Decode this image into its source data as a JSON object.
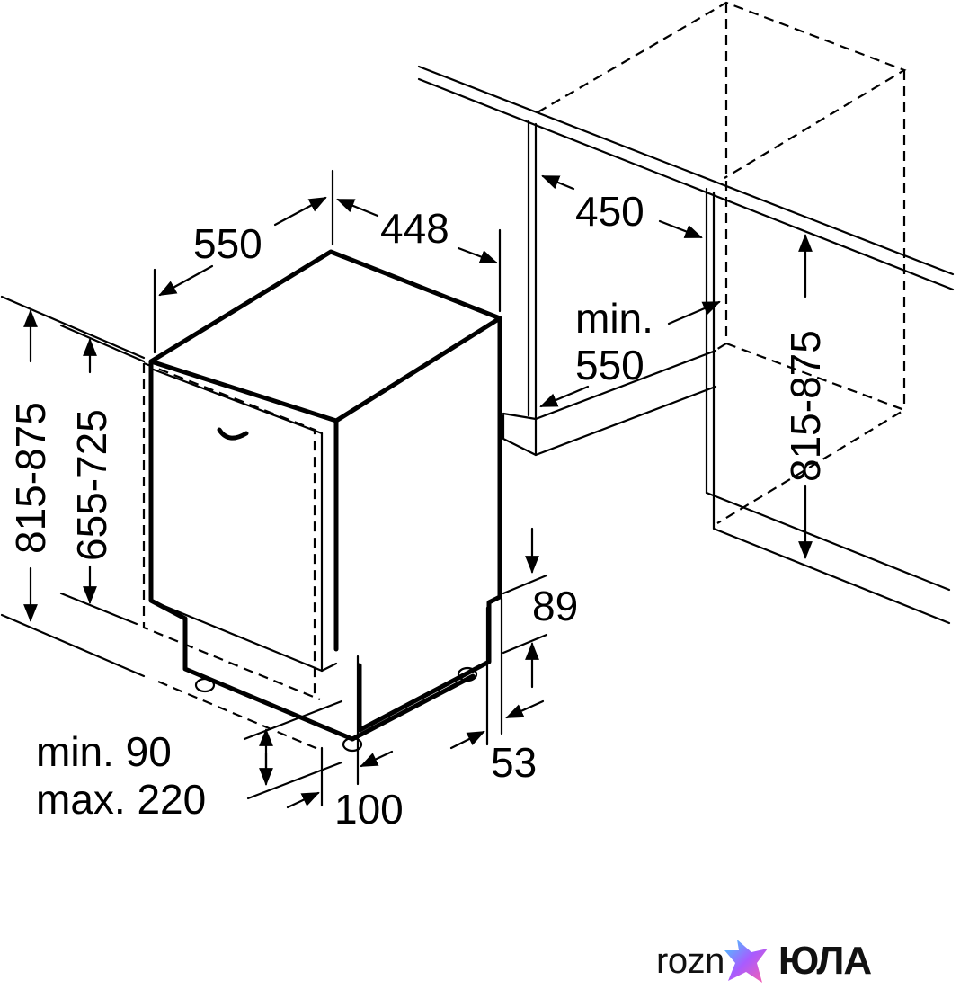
{
  "dimensions": {
    "depth": "550",
    "width": "448",
    "niche_width": "450",
    "niche_depth_line1": "min.",
    "niche_depth_line2": "550",
    "niche_height": "815-875",
    "height_overall": "815-875",
    "door_height": "655-725",
    "plinth_height": "89",
    "plinth_recess": "53",
    "plinth_adjust_line1": "min. 90",
    "plinth_adjust_line2": "max. 220",
    "plinth_offset": "100"
  },
  "watermark": {
    "text": "rozn",
    "brand": "ЮЛА",
    "brand_colors": [
      "#3fd0ff",
      "#a85cff",
      "#ff5fa8"
    ]
  }
}
